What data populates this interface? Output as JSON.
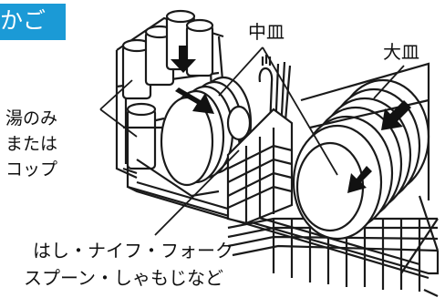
{
  "header_tab": {
    "label": "かご"
  },
  "labels": {
    "cups": [
      "湯のみ",
      "または",
      "コップ"
    ],
    "medium_plates": "中皿",
    "large_plates": "大皿",
    "utensils": [
      "はし・ナイフ・フォーク",
      "スプーン・しゃもじなど"
    ]
  },
  "colors": {
    "tab": "#1b9ad6",
    "line": "#1a1a1a",
    "plate_fill": "#ffffff"
  }
}
